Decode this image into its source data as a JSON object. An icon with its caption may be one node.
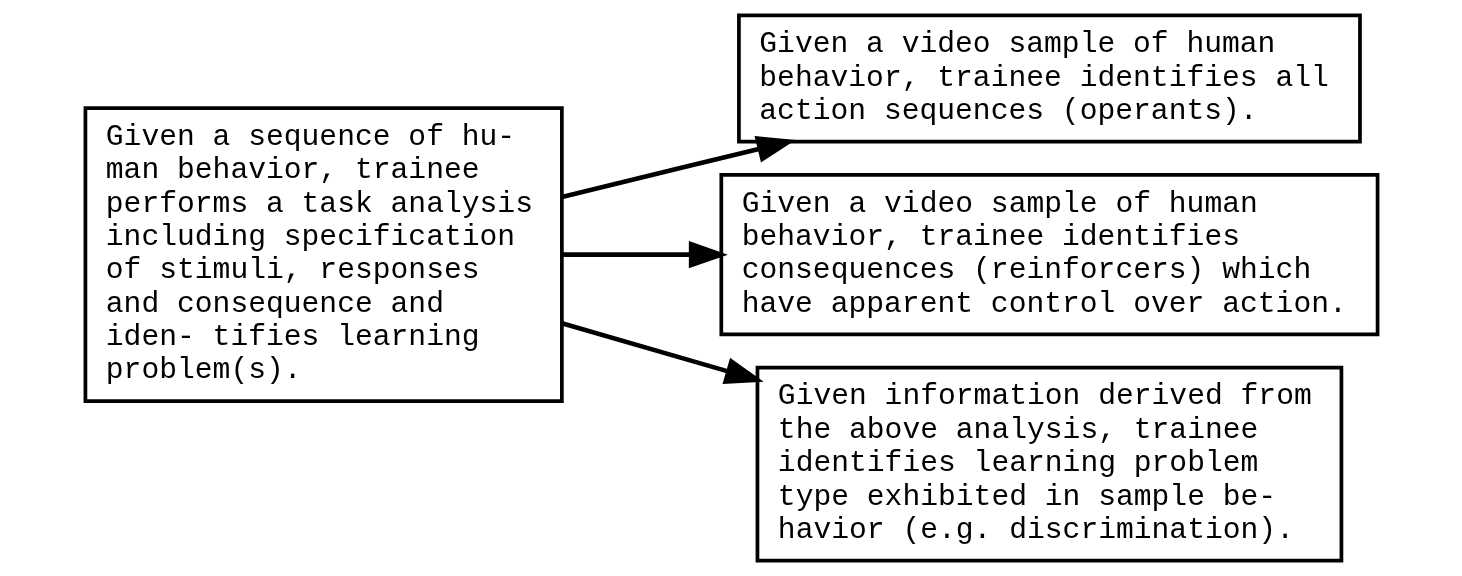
{
  "diagram": {
    "nodes": [
      {
        "text": [
          "Given a sequence of hu- man behavior, trainee performs a task analysis including specification of stimuli, responses and consequence and iden- tifies learning problem(s)."
        ]
      },
      {
        "text": [
          "Given a video sample of human behavior, trainee identifies all action sequences (operants)."
        ]
      },
      {
        "text": [
          "Given a video sample of human behavior, trainee identifies consequences (reinforcers) which have apparent control over action."
        ]
      },
      {
        "text": [
          "Given information derived from the above analysis, trainee identifies learning problem type exhibited in sample be- havior (e.g. discrimination)."
        ]
      }
    ],
    "edges": [
      {
        "from": 0,
        "to": 1,
        "arrow": "to"
      },
      {
        "from": 0,
        "to": 2,
        "arrow": "to"
      },
      {
        "from": 0,
        "to": 3,
        "arrow": "to"
      }
    ]
  }
}
